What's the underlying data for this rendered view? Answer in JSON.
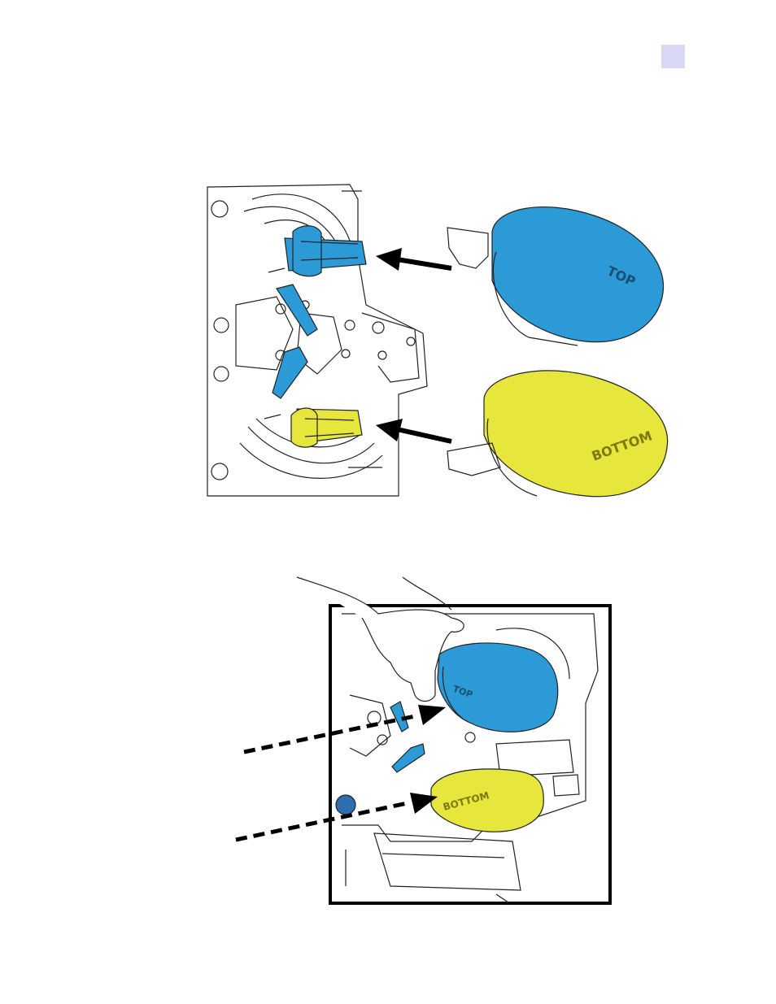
{
  "page": {
    "tab_marker_color": "#d9d9f7"
  },
  "figure_top": {
    "top_cartridge_label": "TOP",
    "bottom_cartridge_label": "BOTTOM",
    "top_color": "#2b9ad6",
    "bottom_color": "#e6e63c"
  },
  "figure_bottom": {
    "top_cartridge_label": "TOP",
    "bottom_cartridge_label": "BOTTOM",
    "top_color": "#2b9ad6",
    "bottom_color": "#e6e63c"
  }
}
